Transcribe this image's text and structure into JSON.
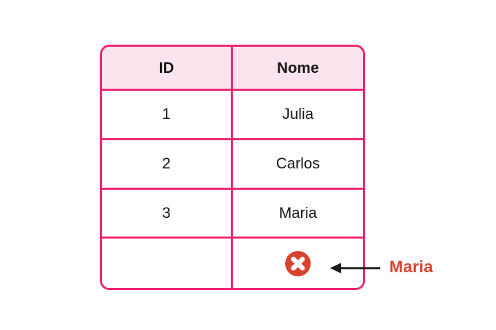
{
  "table": {
    "columns": [
      "ID",
      "Nome"
    ],
    "rows": [
      {
        "id": "1",
        "nome": "Julia"
      },
      {
        "id": "2",
        "nome": "Carlos"
      },
      {
        "id": "3",
        "nome": "Maria"
      }
    ],
    "deleted_row": {
      "id": "",
      "nome_icon": "cancel-icon"
    }
  },
  "annotation": {
    "label": "Maria",
    "arrow_icon": "arrow-left-icon"
  },
  "colors": {
    "table_border": "#F12373",
    "header_background": "#FCE4EE",
    "cell_background": "#FFFFFF",
    "text": "#18181B",
    "delete_red": "#D9422E",
    "arrow_black": "#1A1A1A"
  }
}
